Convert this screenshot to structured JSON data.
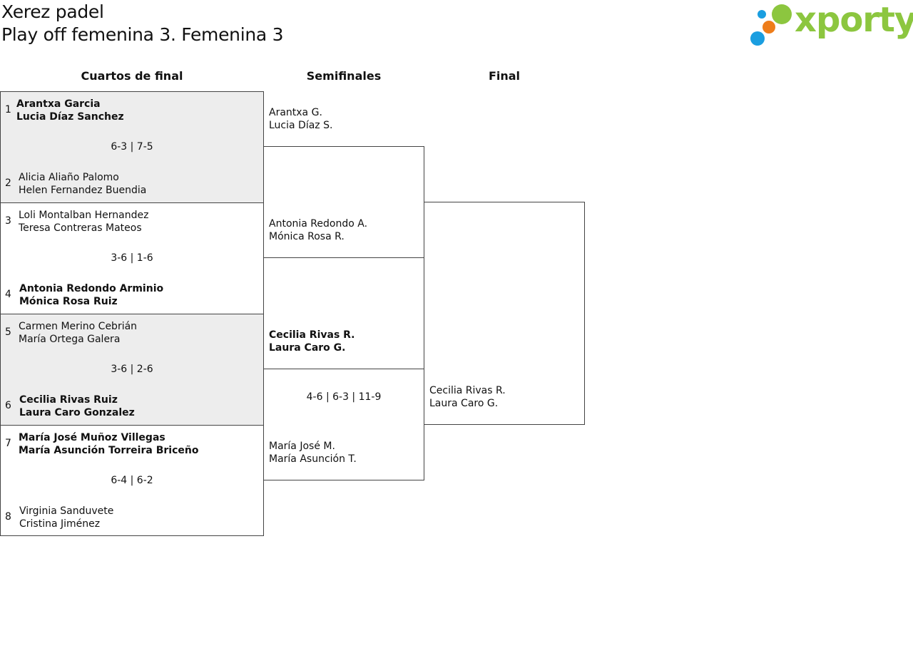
{
  "header": {
    "club": "Xerez padel",
    "competition": "Play off femenina 3. Femenina 3"
  },
  "logo": {
    "text": "xporty",
    "colors": {
      "green": "#8cc63f",
      "blue": "#1a9ee0",
      "orange": "#ee7d1a"
    }
  },
  "rounds": [
    "Cuartos de final",
    "Semifinales",
    "Final"
  ],
  "quarterfinals": [
    {
      "score": "6-3 | 7-5",
      "teams": [
        {
          "seed": "1",
          "p1": "Arantxa Garcia",
          "p2": "Lucia Díaz Sanchez",
          "winner": true
        },
        {
          "seed": "2",
          "p1": "Alicia Aliaño Palomo",
          "p2": "Helen Fernandez Buendia",
          "winner": false
        }
      ]
    },
    {
      "score": "3-6 | 1-6",
      "teams": [
        {
          "seed": "3",
          "p1": "Loli Montalban Hernandez",
          "p2": "Teresa Contreras Mateos",
          "winner": false
        },
        {
          "seed": "4",
          "p1": "Antonia Redondo Arminio",
          "p2": "Mónica Rosa Ruiz",
          "winner": true
        }
      ]
    },
    {
      "score": "3-6 | 2-6",
      "teams": [
        {
          "seed": "5",
          "p1": "Carmen Merino Cebrián",
          "p2": "María Ortega Galera",
          "winner": false
        },
        {
          "seed": "6",
          "p1": "Cecilia Rivas Ruiz",
          "p2": "Laura Caro Gonzalez",
          "winner": true
        }
      ]
    },
    {
      "score": "6-4 | 6-2",
      "teams": [
        {
          "seed": "7",
          "p1": "María José Muñoz Villegas",
          "p2": "María Asunción Torreira Briceño",
          "winner": true
        },
        {
          "seed": "8",
          "p1": "Virginia Sanduvete",
          "p2": "Cristina Jiménez",
          "winner": false
        }
      ]
    }
  ],
  "semifinals": [
    {
      "score": "",
      "teams": [
        {
          "p1": "Arantxa G.",
          "p2": "Lucia Díaz S.",
          "winner": false
        },
        {
          "p1": "Antonia Redondo A.",
          "p2": "Mónica Rosa R.",
          "winner": false
        }
      ]
    },
    {
      "score": "4-6 | 6-3 | 11-9",
      "teams": [
        {
          "p1": "Cecilia Rivas R.",
          "p2": "Laura Caro G.",
          "winner": true
        },
        {
          "p1": "María José M.",
          "p2": "María Asunción T.",
          "winner": false
        }
      ]
    }
  ],
  "final": {
    "teams": [
      {
        "p1": "Cecilia Rivas R.",
        "p2": "Laura Caro G.",
        "winner": false
      }
    ]
  }
}
